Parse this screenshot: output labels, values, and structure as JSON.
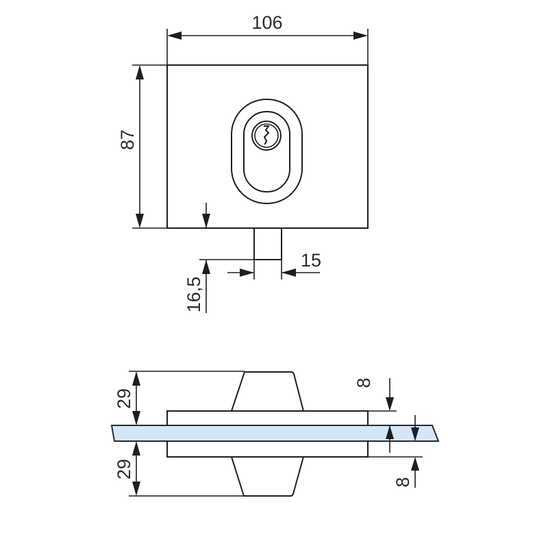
{
  "drawing": {
    "title": "Glass door lock technical drawing",
    "colors": {
      "line": "#1e1e1e",
      "glass_fill": "#d5e7f7",
      "background": "#ffffff"
    },
    "front_view": {
      "width_dimension": "106",
      "height_dimension": "87",
      "bolt_projection_dimension": "16,5",
      "bolt_width_dimension": "15"
    },
    "side_view": {
      "top_knob_height_dimension": "29",
      "bottom_knob_height_dimension": "29",
      "top_plate_thickness_dimension": "8",
      "bottom_plate_thickness_dimension": "8"
    }
  }
}
